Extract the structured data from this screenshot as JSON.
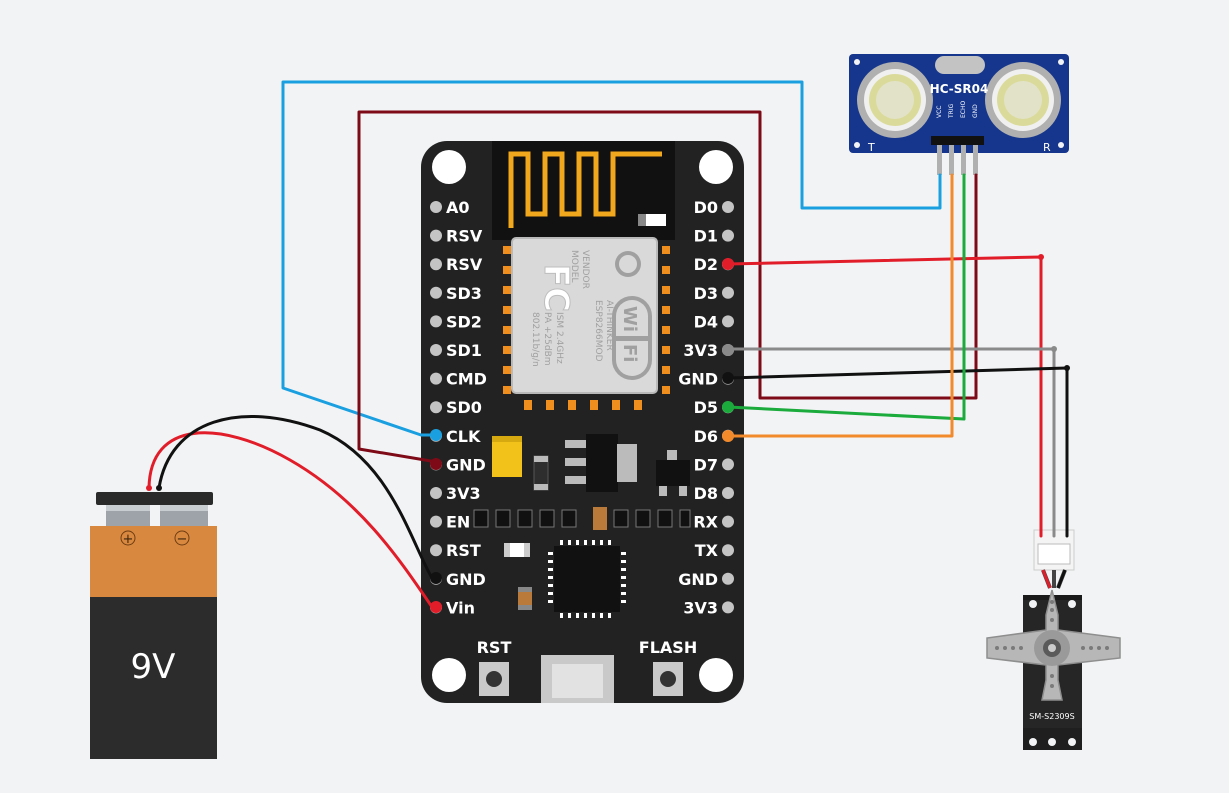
{
  "battery": {
    "label": "9V",
    "plus": "+",
    "minus": "−",
    "colors": {
      "top": "#d9883f",
      "body": "#2c2c2c"
    }
  },
  "board": {
    "left_pins": [
      "A0",
      "RSV",
      "RSV",
      "SD3",
      "SD2",
      "SD1",
      "CMD",
      "SD0",
      "CLK",
      "GND",
      "3V3",
      "EN",
      "RST",
      "GND",
      "Vin"
    ],
    "right_pins": [
      "D0",
      "D1",
      "D2",
      "D3",
      "D4",
      "3V3",
      "GND",
      "D5",
      "D6",
      "D7",
      "D8",
      "RX",
      "TX",
      "GND",
      "3V3"
    ],
    "buttons": {
      "rst": "RST",
      "flash": "FLASH"
    },
    "module": {
      "fcc": "FC",
      "model": "MODEL",
      "model_name": "ESP8266MOD",
      "vendor": "VENDOR",
      "vendor_name": "AI-THINKER",
      "ism": "ISM 2.4GHz",
      "pa": "PA +25dBm",
      "std": "802.11b/g/n",
      "wifi_line1": "Wi",
      "wifi_line2": "Fi"
    }
  },
  "sensor": {
    "name": "HC-SR04",
    "t": "T",
    "r": "R",
    "pins": [
      "VCC",
      "TRIG",
      "ECHO",
      "GND"
    ]
  },
  "servo": {
    "model": "SM-S2309S"
  },
  "wire_colors": {
    "blue": "#1aa0e0",
    "darkred": "#7d0a16",
    "red": "#e21d2a",
    "black": "#111111",
    "green": "#1bab3c",
    "orange": "#f28a2c",
    "gray": "#8a8a8a"
  }
}
